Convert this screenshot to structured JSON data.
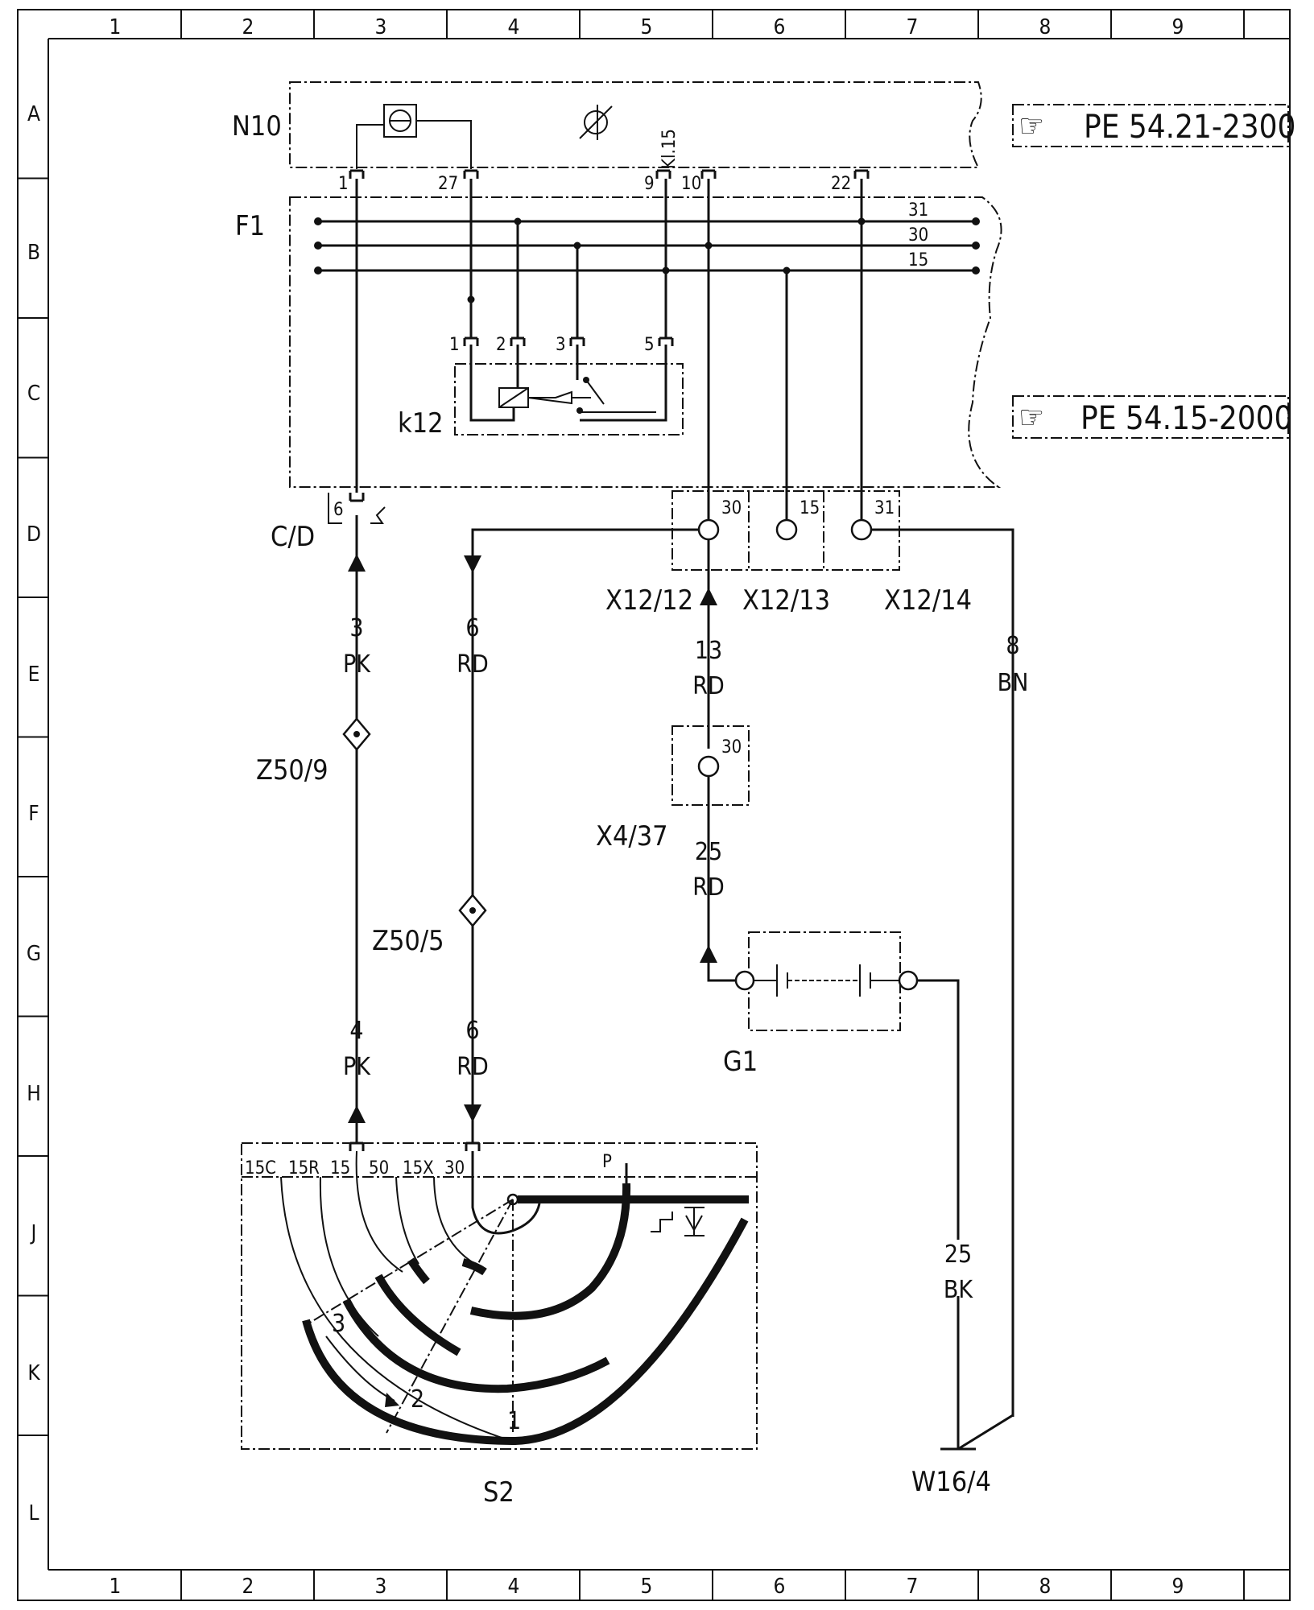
{
  "frame": {
    "columns": [
      "1",
      "2",
      "3",
      "4",
      "5",
      "6",
      "7",
      "8",
      "9"
    ],
    "rows": [
      "A",
      "B",
      "C",
      "D",
      "E",
      "F",
      "G",
      "H",
      "J",
      "K",
      "L"
    ]
  },
  "references": {
    "ref1": "PE 54.21-2300",
    "ref2": "PE 54.15-2000"
  },
  "components": {
    "n10": "N10",
    "f1": "F1",
    "k12": "k12",
    "cd": "C/D",
    "x12_12": "X12/12",
    "x12_13": "X12/13",
    "x12_14": "X12/14",
    "x4_37": "X4/37",
    "z50_9": "Z50/9",
    "z50_5": "Z50/5",
    "g1": "G1",
    "s2": "S2",
    "w16_4": "W16/4"
  },
  "n10_pins": {
    "p1": "1",
    "p27": "27",
    "p9": "9",
    "p10": "10",
    "p22": "22",
    "kl15": "Kl.15"
  },
  "busbars": {
    "b31": "31",
    "b30": "30",
    "b15": "15"
  },
  "k12_pins": {
    "p1": "1",
    "p2": "2",
    "p3": "3",
    "p5": "5"
  },
  "cd_pin": "6",
  "terminals": {
    "t30": "30",
    "t15": "15",
    "t31": "31",
    "x4_30": "30"
  },
  "wires": {
    "w_3": "3",
    "w_3c": "PK",
    "w_6a": "6",
    "w_6ac": "RD",
    "w_13": "13",
    "w_13c": "RD",
    "w_8": "8",
    "w_8c": "BN",
    "w_25a": "25",
    "w_25ac": "RD",
    "w_4": "4",
    "w_4c": "PK",
    "w_6b": "6",
    "w_6bc": "RD",
    "w_25b": "25",
    "w_25bc": "BK"
  },
  "s2_pins": {
    "p15c": "15C",
    "p15r": "15R",
    "p15": "15",
    "p50": "50",
    "p15x": "15X",
    "p30": "30",
    "pp": "P"
  },
  "s2_positions": {
    "pos3": "3",
    "pos2": "2",
    "pos1": "1"
  }
}
